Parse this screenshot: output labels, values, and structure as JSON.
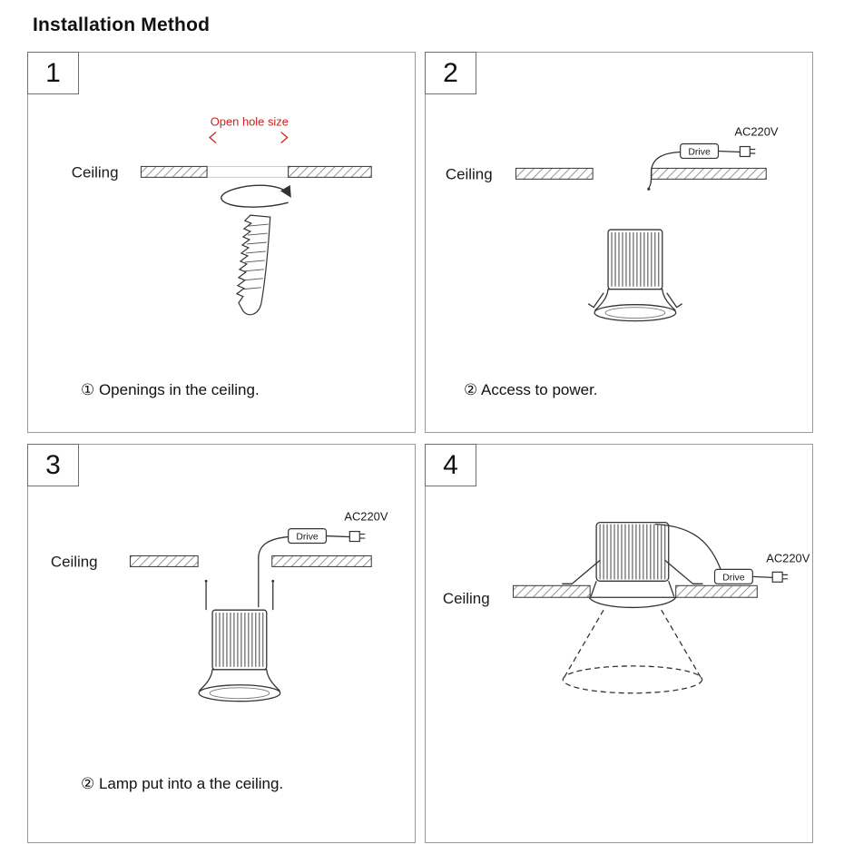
{
  "page": {
    "title": "Installation Method"
  },
  "colors": {
    "annotation_red": "#cc2222"
  },
  "panels": [
    {
      "number": "1",
      "ceiling_label": "Ceiling",
      "open_hole_label": "Open hole size",
      "caption": "① Openings in the ceiling."
    },
    {
      "number": "2",
      "ceiling_label": "Ceiling",
      "ac_label": "AC220V",
      "drive_label": "Drive",
      "caption": "② Access to power."
    },
    {
      "number": "3",
      "ceiling_label": "Ceiling",
      "ac_label": "AC220V",
      "drive_label": "Drive",
      "caption": "② Lamp put into a the ceiling."
    },
    {
      "number": "4",
      "ceiling_label": "Ceiling",
      "ac_label": "AC220V",
      "drive_label": "Drive"
    }
  ]
}
